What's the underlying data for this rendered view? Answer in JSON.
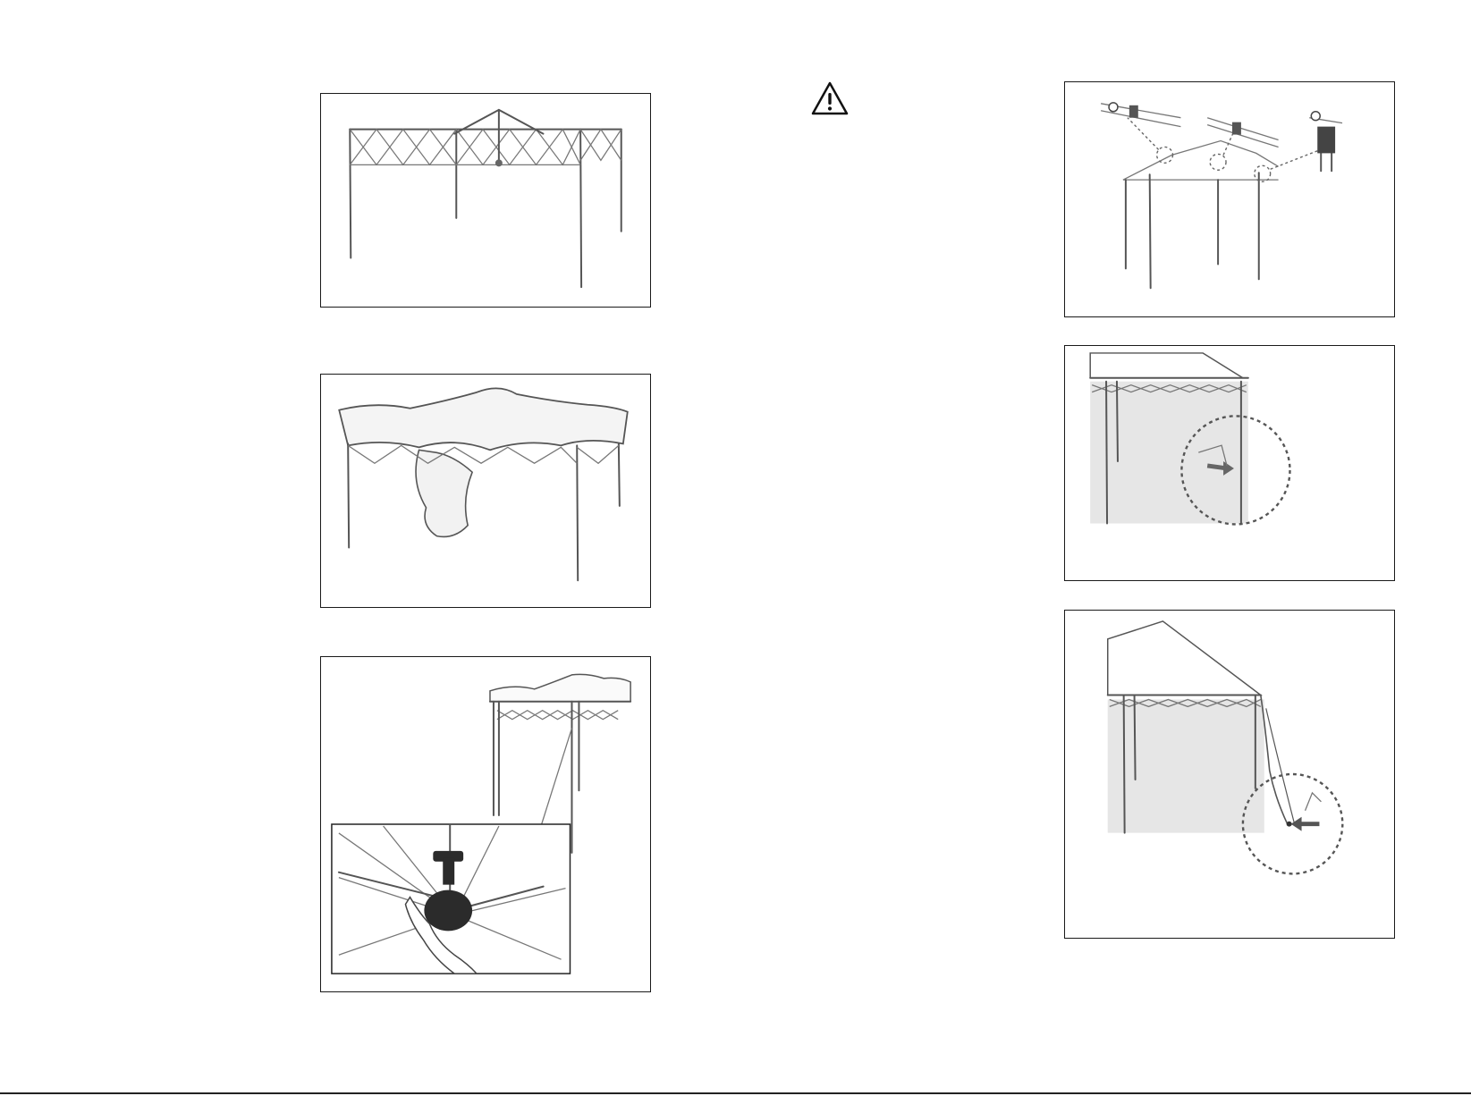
{
  "page": {
    "icons": {
      "warning": "warning-triangle-icon"
    },
    "figures": [
      {
        "id": "fig1",
        "name": "frame-expanded-illustration"
      },
      {
        "id": "fig2",
        "name": "canopy-placed-on-frame-illustration"
      },
      {
        "id": "fig3",
        "name": "center-hub-lock-illustration"
      },
      {
        "id": "fig4",
        "name": "frame-joint-details-illustration"
      },
      {
        "id": "fig5",
        "name": "leg-slider-lock-illustration"
      },
      {
        "id": "fig6",
        "name": "leg-extension-lock-illustration"
      }
    ],
    "colors": {
      "line": "#555555",
      "border": "#1a1a1a",
      "hub": "#2b2b2b",
      "shade": "#e6e6e6"
    }
  }
}
